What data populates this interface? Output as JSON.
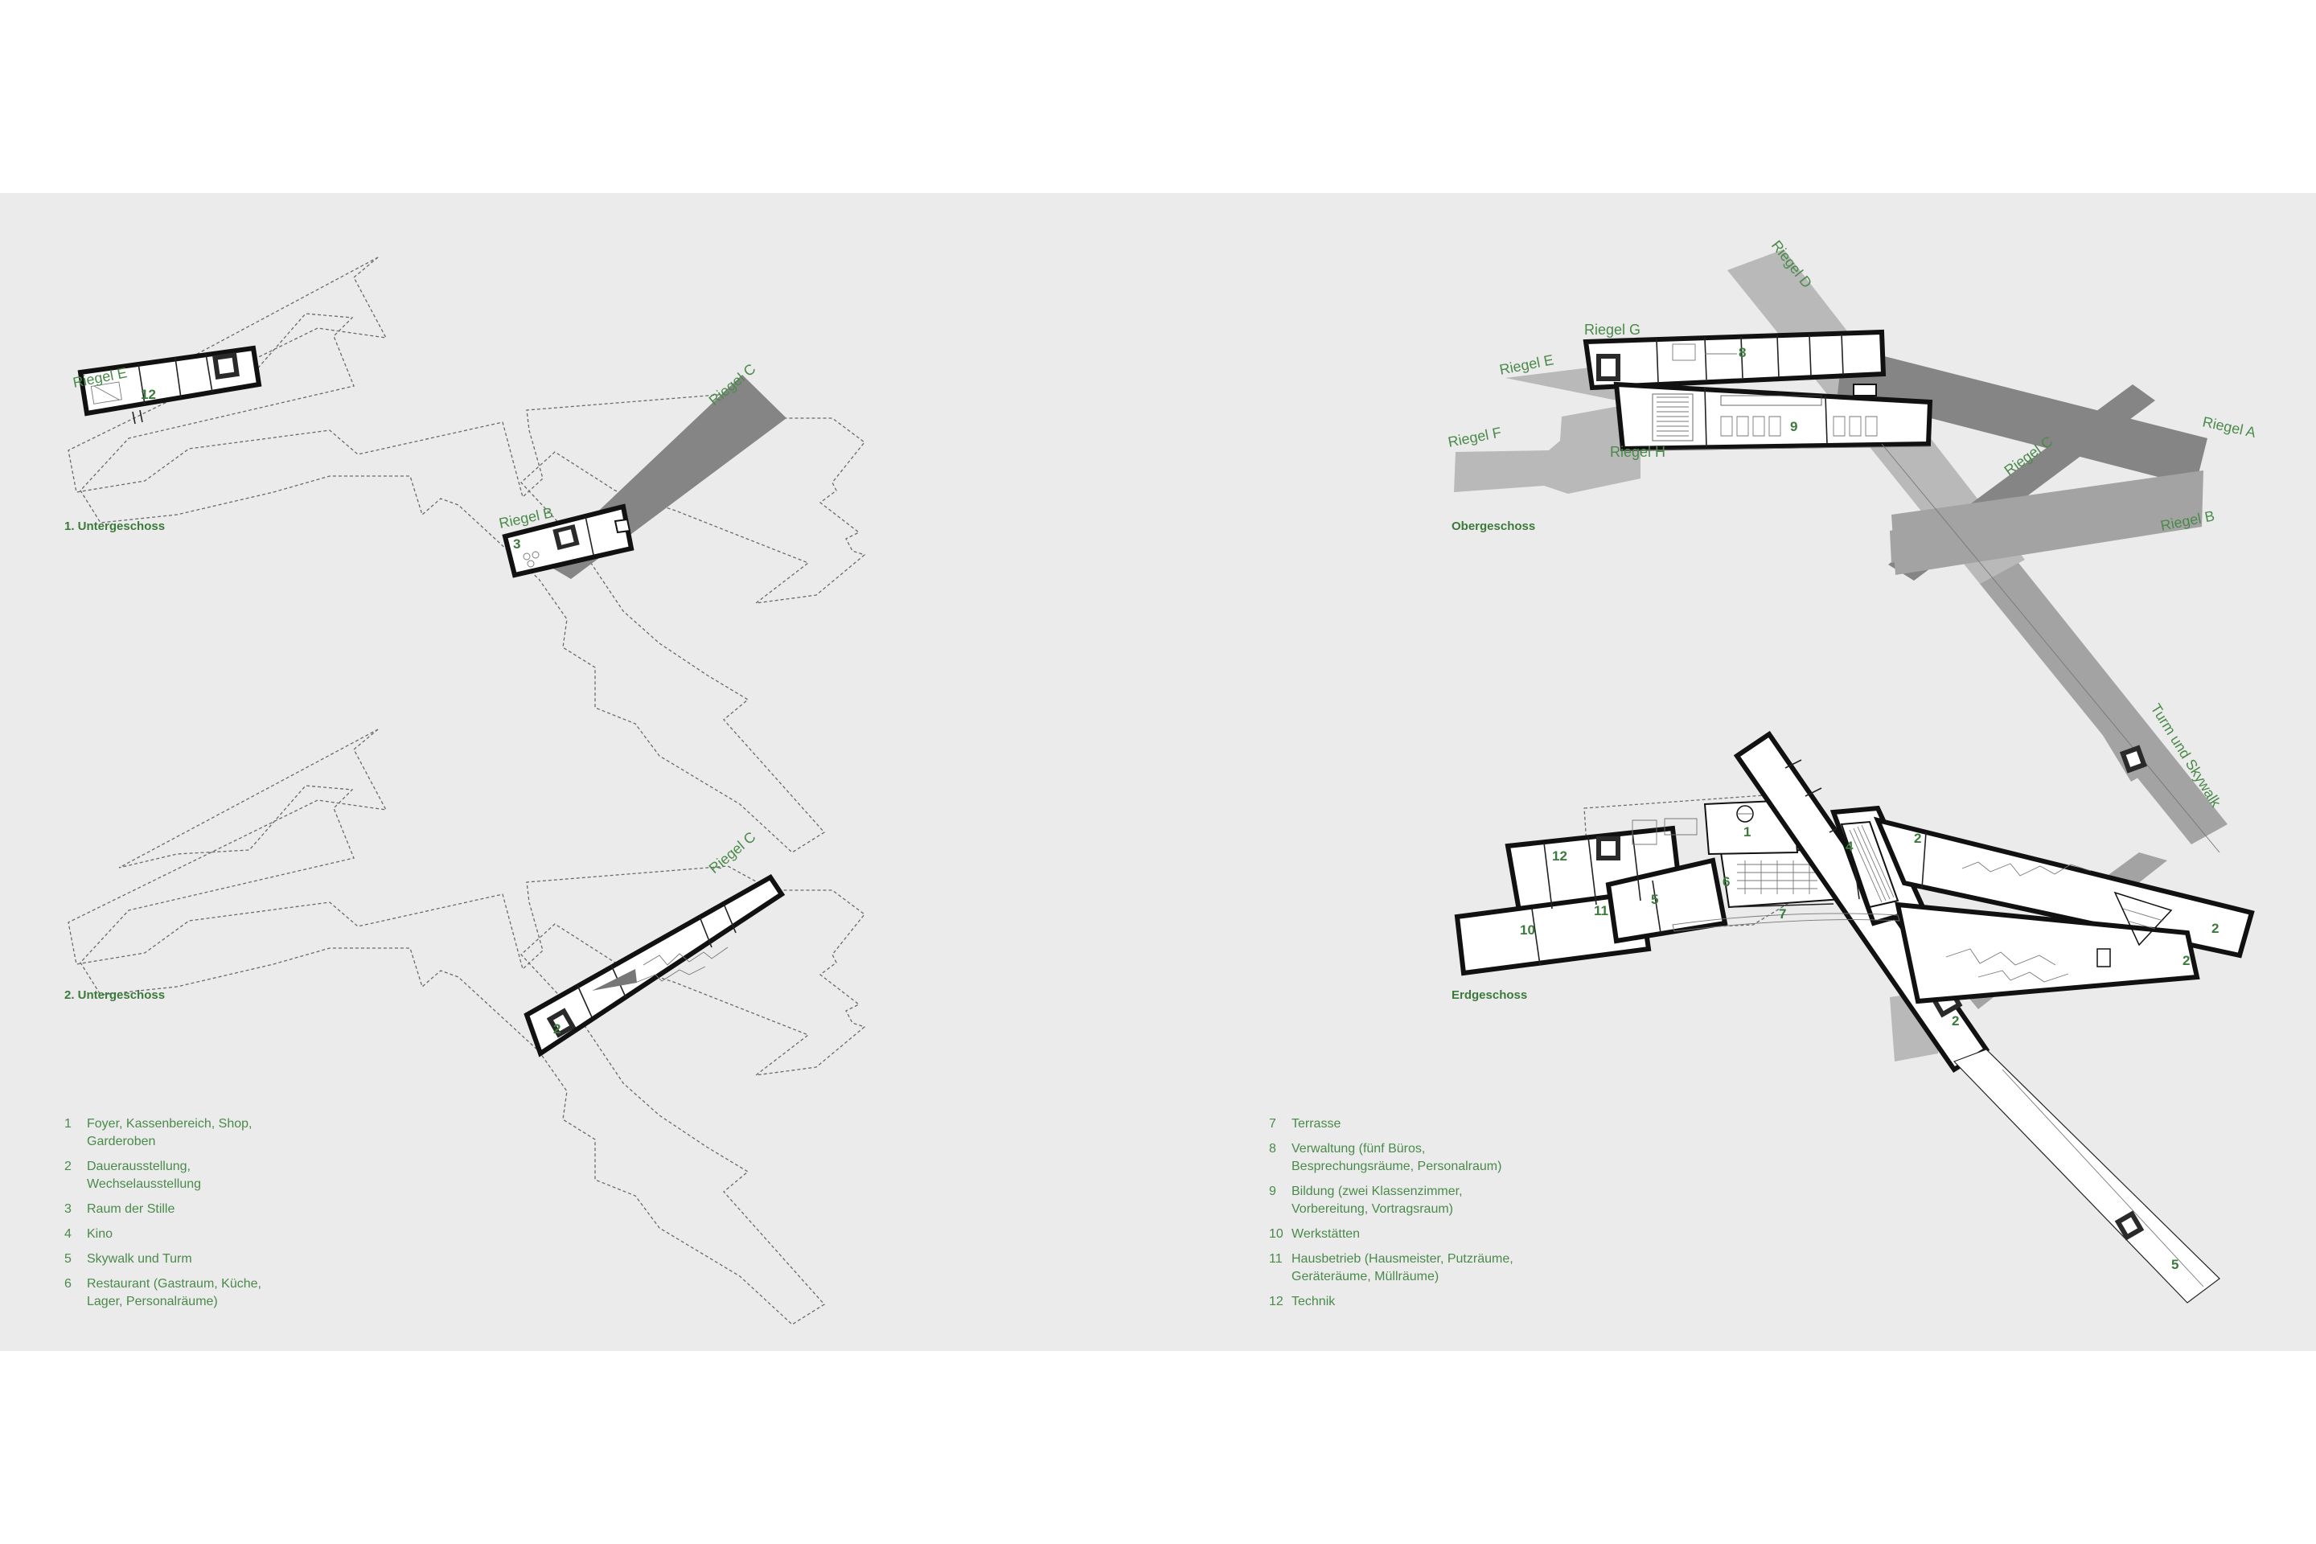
{
  "floors": [
    {
      "id": "ug1",
      "title": "1. Untergeschoss"
    },
    {
      "id": "ug2",
      "title": "2. Untergeschoss"
    },
    {
      "id": "og",
      "title": "Obergeschoss"
    },
    {
      "id": "eg",
      "title": "Erdgeschoss"
    }
  ],
  "riegel_labels": {
    "ug1_e": "Riegel E",
    "ug1_c": "Riegel C",
    "ug1_b": "Riegel B",
    "ug2_c": "Riegel C",
    "og_d": "Riegel D",
    "og_g": "Riegel G",
    "og_e": "Riegel E",
    "og_f": "Riegel F",
    "og_h": "Riegel H",
    "og_a": "Riegel A",
    "og_c": "Riegel C",
    "og_b": "Riegel B",
    "turm": "Turm und Skywalk"
  },
  "room_numbers": {
    "ug1_12": "12",
    "ug1_3": "3",
    "ug2_2": "2",
    "og_8": "8",
    "og_9": "9",
    "eg_1": "1",
    "eg_2a": "2",
    "eg_4": "4",
    "eg_12": "12",
    "eg_6": "6",
    "eg_5a": "5",
    "eg_10": "10",
    "eg_11": "11",
    "eg_7": "7",
    "eg_2b": "2",
    "eg_2c": "2",
    "eg_2d": "2",
    "eg_5b": "5"
  },
  "legend_left": [
    {
      "num": "1",
      "text": "Foyer, Kassenbereich, Shop,\nGarderoben"
    },
    {
      "num": "2",
      "text": "Dauerausstellung,\nWechselausstellung"
    },
    {
      "num": "3",
      "text": "Raum der Stille"
    },
    {
      "num": "4",
      "text": "Kino"
    },
    {
      "num": "5",
      "text": "Skywalk und Turm"
    },
    {
      "num": "6",
      "text": "Restaurant (Gastraum, Küche,\nLager, Personalräume)"
    }
  ],
  "legend_right": [
    {
      "num": "7",
      "text": "Terrasse"
    },
    {
      "num": "8",
      "text": "Verwaltung (fünf Büros,\nBesprechungsräume, Personalraum)"
    },
    {
      "num": "9",
      "text": "Bildung (zwei Klassenzimmer,\nVorbereitung, Vortragsraum)"
    },
    {
      "num": "10",
      "text": "Werkstätten"
    },
    {
      "num": "11",
      "text": "Hausbetrieb (Hausmeister, Putzräume,\nGeräteräume, Müllräume)"
    },
    {
      "num": "12",
      "text": "Technik"
    }
  ],
  "colors": {
    "sheet": "#ebebeb",
    "accent": "#3c7a3c",
    "wall": "#111111"
  }
}
